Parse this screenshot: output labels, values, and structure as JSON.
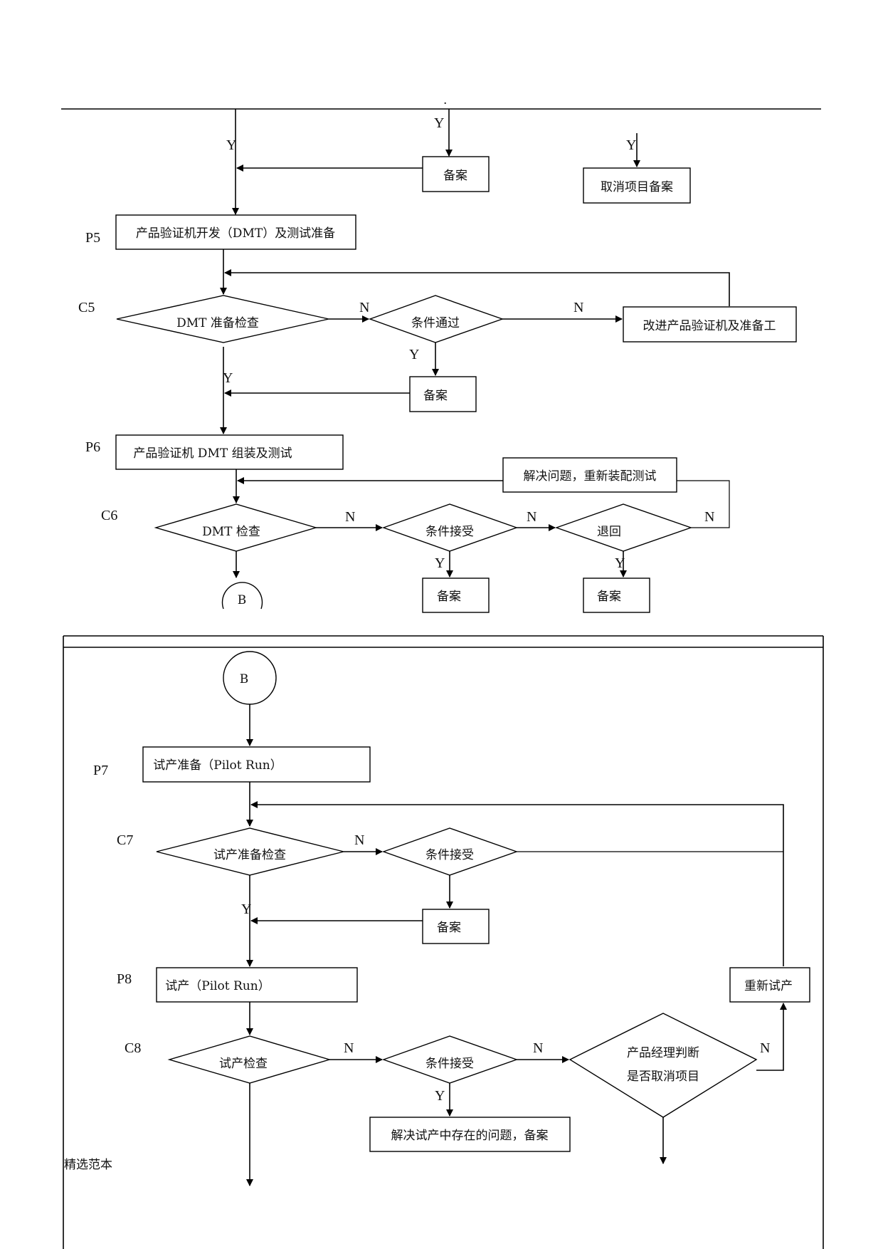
{
  "header_dot": ".",
  "top": {
    "yes_left": "Y",
    "yes_mid": "Y",
    "yes_right": "Y",
    "record_1": "备案",
    "cancel_project_record": "取消项目备案"
  },
  "p5": {
    "code": "P5",
    "box": "产品验证机开发（DMT）及测试准备"
  },
  "c5": {
    "code": "C5",
    "decision": "DMT 准备检查",
    "no_1": "N",
    "condition": "条件通过",
    "no_2": "N",
    "improve_box": "改进产品验证机及准备工",
    "yes_cond": "Y",
    "record": "备案",
    "yes_main": "Y"
  },
  "p6": {
    "code": "P6",
    "box": "产品验证机 DMT 组装及测试",
    "fix_box": "解决问题，重新装配测试"
  },
  "c6": {
    "code": "C6",
    "decision": "DMT 检查",
    "no_1": "N",
    "accept": "条件接受",
    "no_2": "N",
    "return": "退回",
    "no_3": "N",
    "yes_accept": "Y",
    "yes_return": "Y",
    "record_1": "备案",
    "record_2": "备案",
    "connector": "B"
  },
  "section2": {
    "connector": "B",
    "p7": {
      "code": "P7",
      "box": "试产准备（Pilot Run）"
    },
    "c7": {
      "code": "C7",
      "decision": "试产准备检查",
      "no": "N",
      "accept": "条件接受",
      "yes": "Y",
      "record": "备案"
    },
    "p8": {
      "code": "P8",
      "box": "试产（Pilot Run）",
      "retry_box": "重新试产"
    },
    "c8": {
      "code": "C8",
      "decision": "试产检查",
      "no_1": "N",
      "accept": "条件接受",
      "no_2": "N",
      "pm_line1": "产品经理判断",
      "pm_line2": "是否取消项目",
      "no_3": "N",
      "yes": "Y",
      "resolve_box": "解决试产中存在的问题，备案"
    }
  },
  "footer": "精选范本"
}
